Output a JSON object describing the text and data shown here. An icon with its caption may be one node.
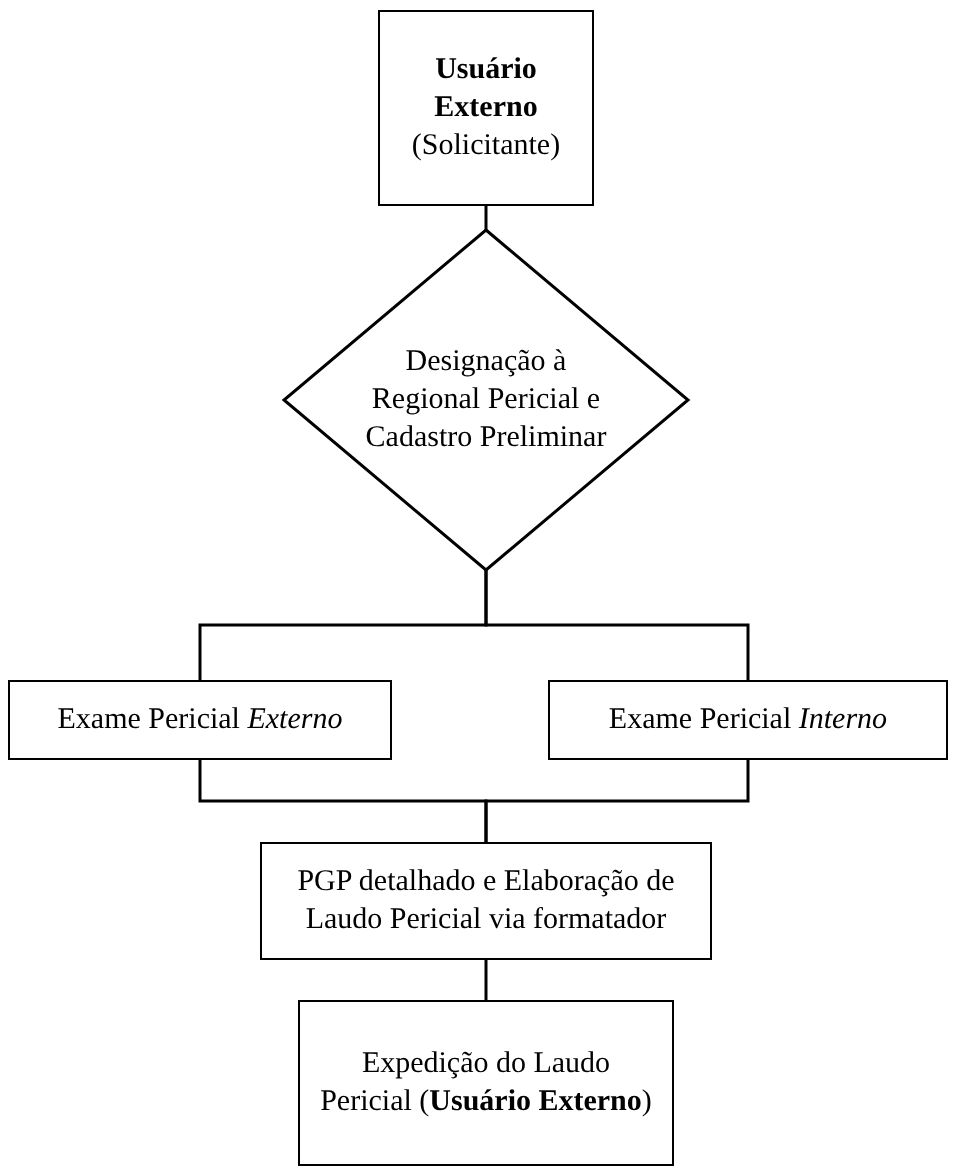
{
  "diagram": {
    "nodes": [
      {
        "text": [
          "Usuário Externo",
          "(Solicitante)"
        ]
      },
      {
        "text": [
          "Designação à Regional Pericial e Cadastro Preliminar"
        ]
      },
      {
        "text": [
          "Exame Pericial *Externo*"
        ]
      },
      {
        "text": [
          "Exame Pericial *Interno*"
        ]
      },
      {
        "text": [
          "PGP detalhado e Elaboração de Laudo Pericial via formatador"
        ]
      },
      {
        "text": [
          "Expedição do Laudo Pericial (**Usuário Externo**)"
        ]
      }
    ],
    "edges": [
      {
        "from": 0,
        "to": 1,
        "arrow": "none"
      },
      {
        "from": 1,
        "to": 2,
        "arrow": "none"
      },
      {
        "from": 1,
        "to": 3,
        "arrow": "none"
      },
      {
        "from": 2,
        "to": 4,
        "arrow": "none"
      },
      {
        "from": 3,
        "to": 4,
        "arrow": "none"
      },
      {
        "from": 4,
        "to": 5,
        "arrow": "none"
      }
    ]
  }
}
